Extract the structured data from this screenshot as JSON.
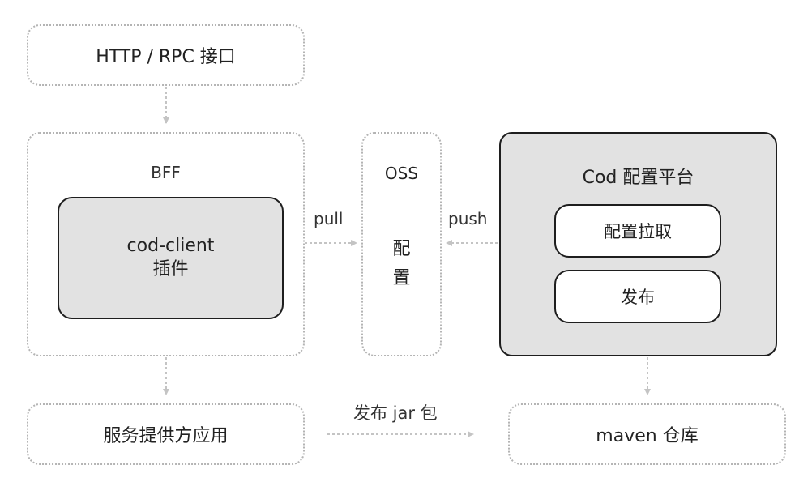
{
  "top": {
    "label": "HTTP / RPC 接口"
  },
  "bff": {
    "title": "BFF",
    "plugin": {
      "line1": "cod-client",
      "line2": "插件"
    }
  },
  "oss": {
    "title": "OSS",
    "chars": [
      "配",
      "置"
    ]
  },
  "platform": {
    "title": "Cod 配置平台",
    "item1": "配置拉取",
    "item2": "发布"
  },
  "bottom": {
    "left": "服务提供方应用",
    "right": "maven 仓库"
  },
  "edges": {
    "pull": "pull",
    "push": "push",
    "publish_jar": "发布 jar 包"
  },
  "colors": {
    "dotted_border": "#b4b4b4",
    "dark_border": "#1e1e1e",
    "gray_fill": "#e2e2e2",
    "arrow": "#c4c4c4"
  }
}
